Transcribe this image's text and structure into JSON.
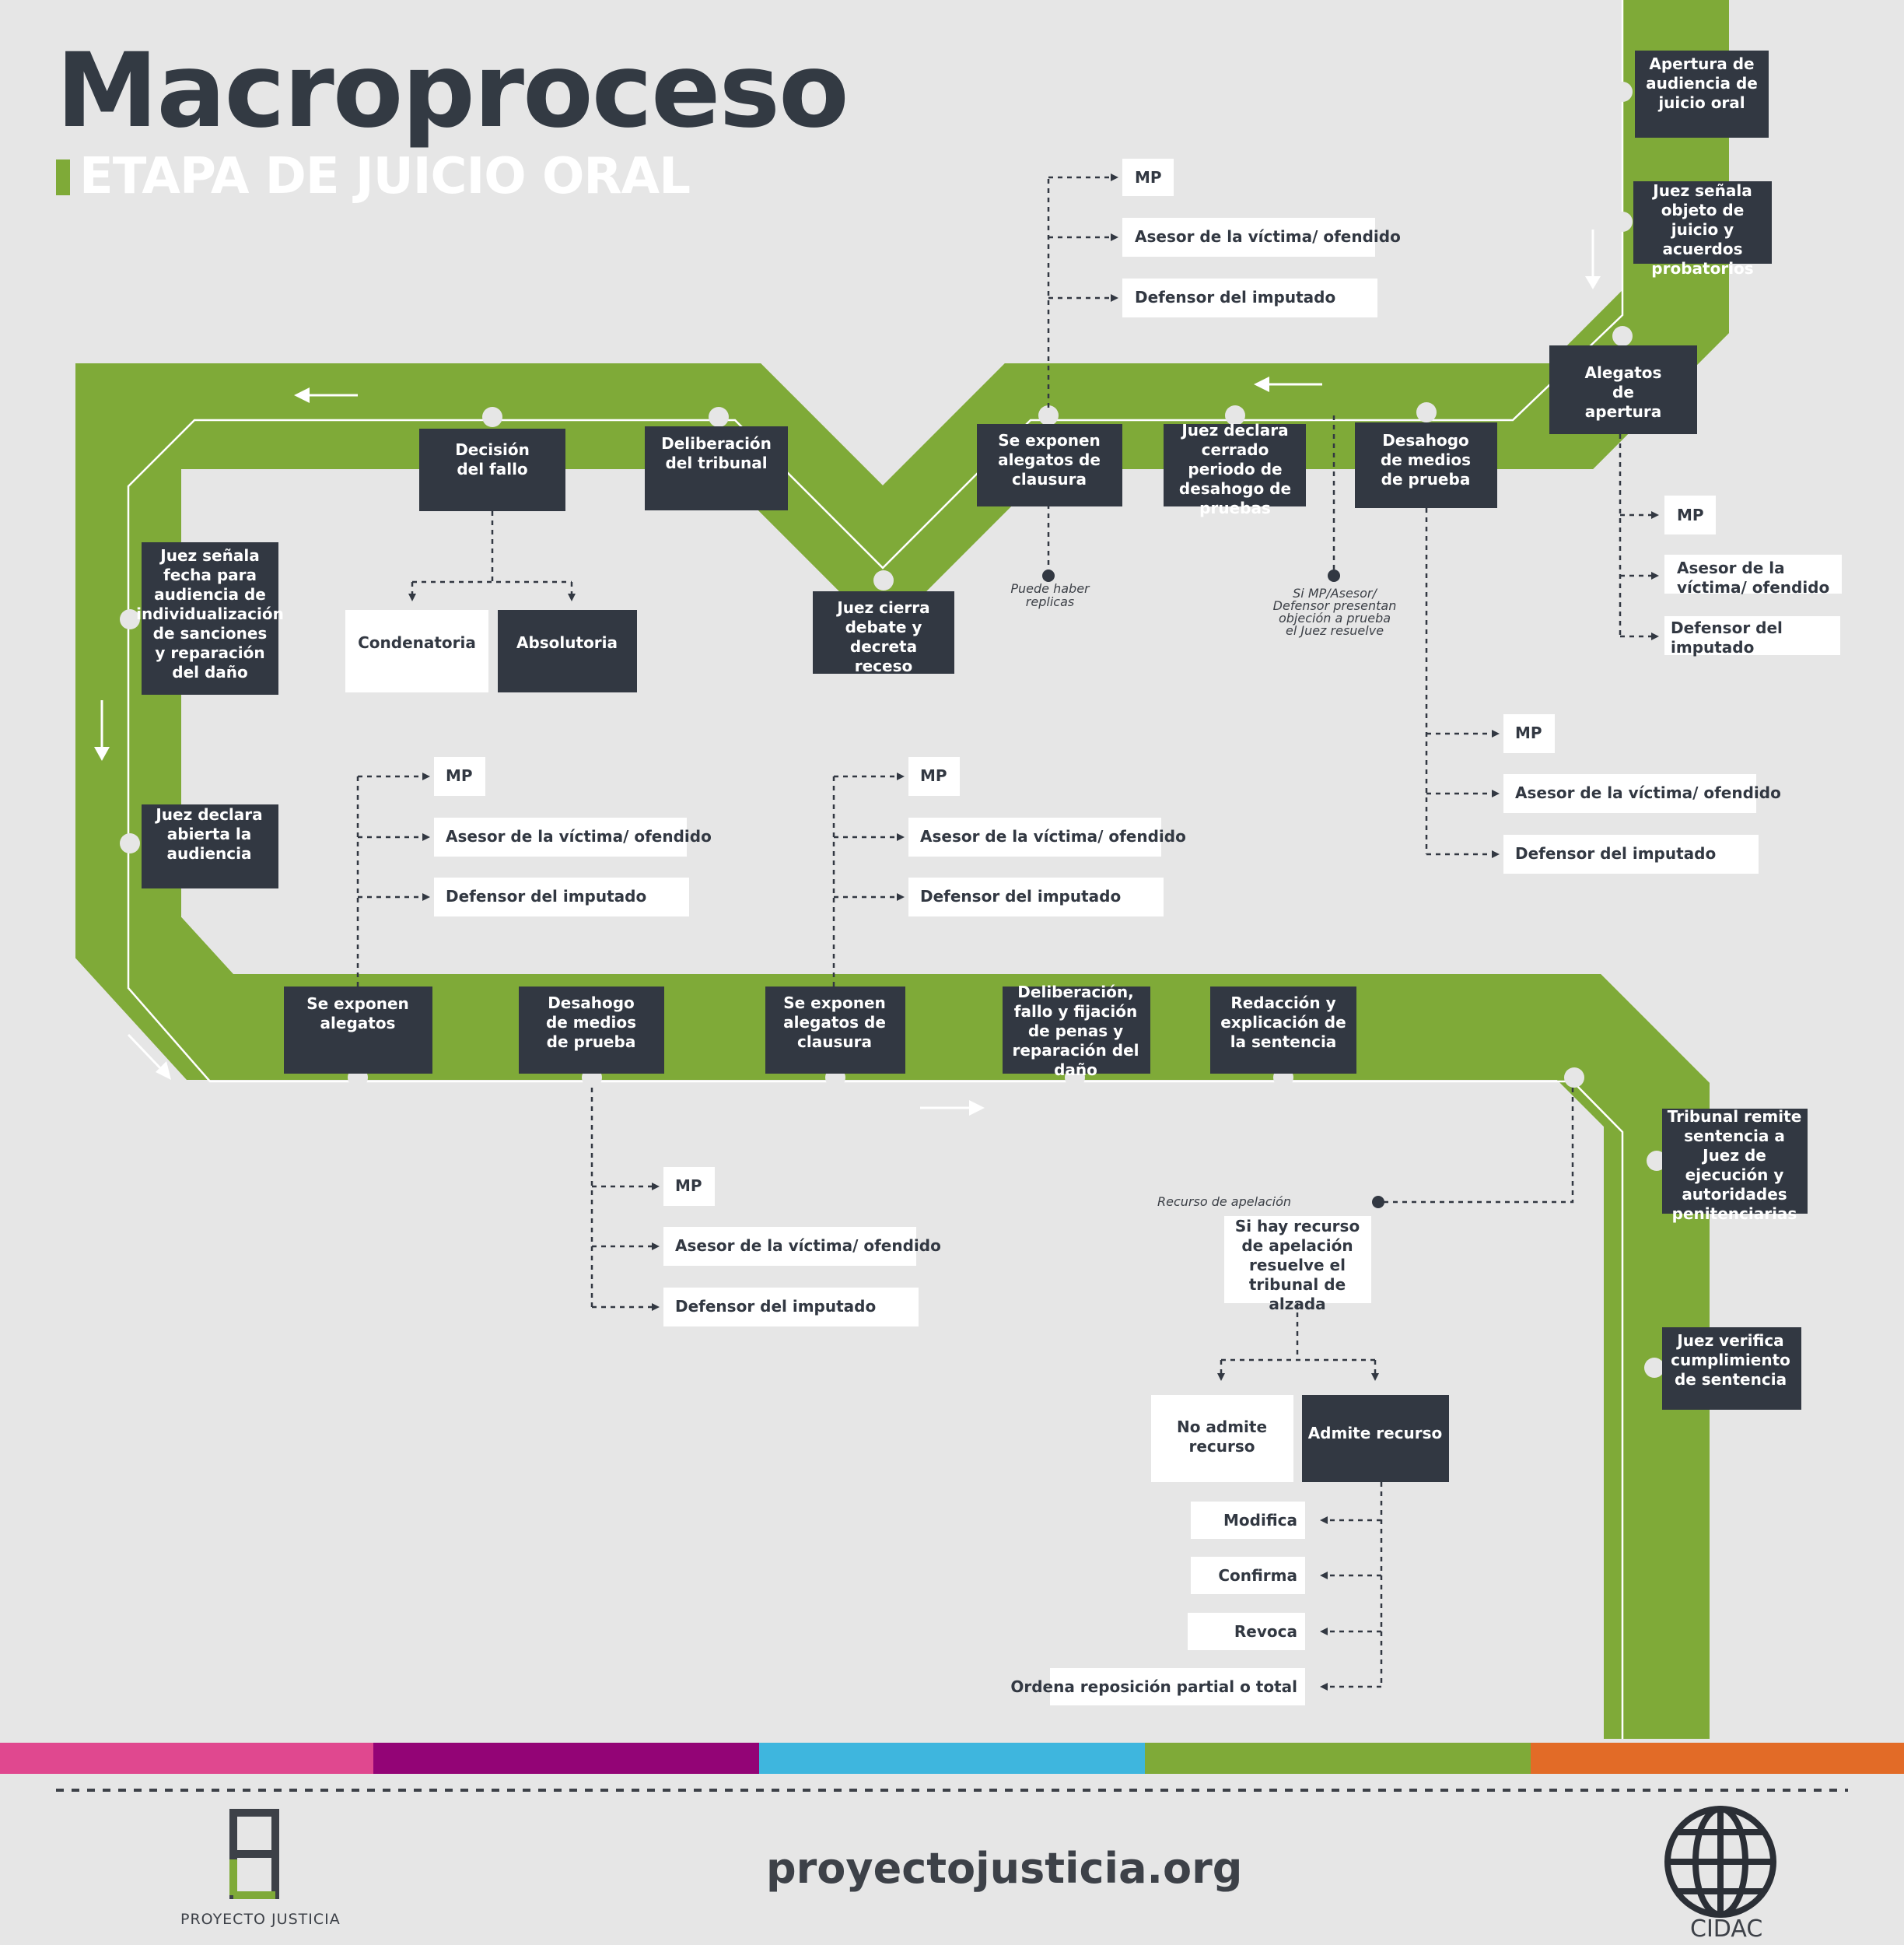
{
  "header": {
    "title": "Macroproceso",
    "subtitle": "ETAPA DE JUICIO ORAL"
  },
  "colors": {
    "track": "#7faa38",
    "dark_box": "#323842",
    "light_box": "#ffffff",
    "background": "#e6e6e6",
    "stripe": [
      "#e0488f",
      "#930476",
      "#3eb6de",
      "#7faa38",
      "#e26b27"
    ]
  },
  "main_steps": {
    "apertura": "Apertura de audiencia de juicio oral",
    "juez_senala_objeto": "Juez señala objeto de juicio y acuerdos probatorios",
    "alegatos_apertura": "Alegatos de apertura",
    "desahogo_1": "Desahogo de medios de prueba",
    "juez_declara_cerrado": "Juez declara cerrado periodo de desahogo de pruebas",
    "alegatos_clausura_1": "Se exponen alegatos de clausura",
    "juez_cierra": "Juez cierra debate y decreta receso",
    "deliberacion": "Deliberación del tribunal",
    "decision": "Decisión del fallo",
    "condenatoria": "Condenatoria",
    "absolutoria": "Absolutoria",
    "juez_senala_fecha": "Juez señala fecha para audiencia de individualización de sanciones y reparación del daño",
    "juez_declara_abierta": "Juez declara abierta la audiencia",
    "alegatos_2": "Se exponen alegatos",
    "desahogo_2": "Desahogo de medios de prueba",
    "alegatos_clausura_2": "Se exponen alegatos de clausura",
    "deliberacion_fallo": "Deliberación, fallo y fijación de penas y reparación del daño",
    "redaccion": "Redacción y explicación de la sentencia",
    "tribunal_remite": "Tribunal remite sentencia a Juez de ejecución y autoridades penitenciarias",
    "juez_verifica": "Juez verifica cumplimiento de sentencia"
  },
  "participants": {
    "mp": "MP",
    "asesor": "Asesor de la víctima/ ofendido",
    "defensor": "Defensor del imputado"
  },
  "notes": {
    "replicas": "Puede haber replicas",
    "objecion": "Si MP/Asesor/ Defensor presentan objeción a prueba el Juez resuelve",
    "recurso": "Recurso de apelación"
  },
  "appeal": {
    "question": "Si hay recurso de apelación resuelve el tribunal de alzada",
    "no_admite": "No admite recurso",
    "admite": "Admite recurso",
    "modifica": "Modifica",
    "confirma": "Confirma",
    "revoca": "Revoca",
    "ordena": "Ordena reposición partial o total"
  },
  "footer": {
    "url": "proyectojusticia.org",
    "logo_left": "PROYECTO JUSTICIA",
    "logo_right": "CIDAC"
  }
}
